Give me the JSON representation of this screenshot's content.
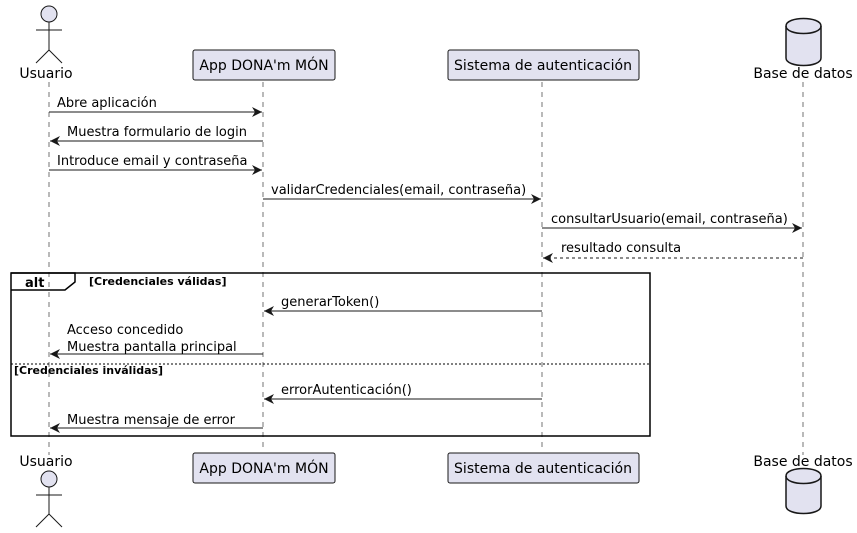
{
  "participants": [
    {
      "id": "usuario",
      "label": "Usuario",
      "kind": "actor"
    },
    {
      "id": "app",
      "label": "App DONA'm MÓN",
      "kind": "participant"
    },
    {
      "id": "auth",
      "label": "Sistema de autenticación",
      "kind": "participant"
    },
    {
      "id": "db",
      "label": "Base de datos",
      "kind": "database"
    }
  ],
  "messages": [
    {
      "from": "usuario",
      "to": "app",
      "lines": [
        "Abre aplicación"
      ],
      "style": "solid"
    },
    {
      "from": "app",
      "to": "usuario",
      "lines": [
        "Muestra formulario de login"
      ],
      "style": "solid"
    },
    {
      "from": "usuario",
      "to": "app",
      "lines": [
        "Introduce email y contraseña"
      ],
      "style": "solid"
    },
    {
      "from": "app",
      "to": "auth",
      "lines": [
        "validarCredenciales(email, contraseña)"
      ],
      "style": "solid"
    },
    {
      "from": "auth",
      "to": "db",
      "lines": [
        "consultarUsuario(email, contraseña)"
      ],
      "style": "solid"
    },
    {
      "from": "db",
      "to": "auth",
      "lines": [
        "resultado consulta"
      ],
      "style": "dashed"
    },
    {
      "from": "auth",
      "to": "app",
      "lines": [
        "generarToken()"
      ],
      "style": "solid"
    },
    {
      "from": "app",
      "to": "usuario",
      "lines": [
        "Acceso concedido",
        "Muestra pantalla principal"
      ],
      "style": "solid"
    },
    {
      "from": "auth",
      "to": "app",
      "lines": [
        "errorAutenticación()"
      ],
      "style": "solid"
    },
    {
      "from": "app",
      "to": "usuario",
      "lines": [
        "Muestra mensaje de error"
      ],
      "style": "solid"
    }
  ],
  "alt_fragment": {
    "keyword": "alt",
    "guard_primary": "[Credenciales válidas]",
    "guard_else": "[Credenciales inválidas]"
  },
  "colors": {
    "participant_fill": "#e2e2f0",
    "participant_stroke": "#181818",
    "lifeline": "#181818",
    "arrow": "#181818"
  }
}
